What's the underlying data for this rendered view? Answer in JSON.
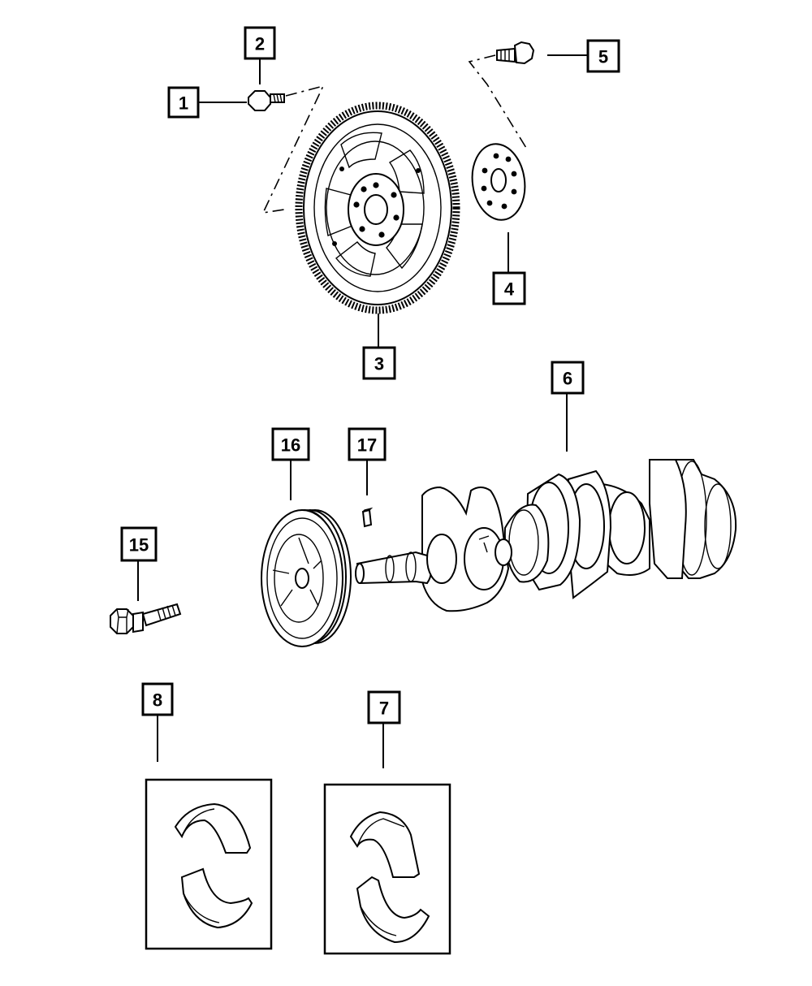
{
  "callouts": {
    "c1": "1",
    "c2": "2",
    "c3": "3",
    "c4": "4",
    "c5": "5",
    "c6": "6",
    "c7": "7",
    "c8": "8",
    "c15": "15",
    "c16": "16",
    "c17": "17"
  },
  "colors": {
    "line": "#000000",
    "background": "#ffffff"
  }
}
